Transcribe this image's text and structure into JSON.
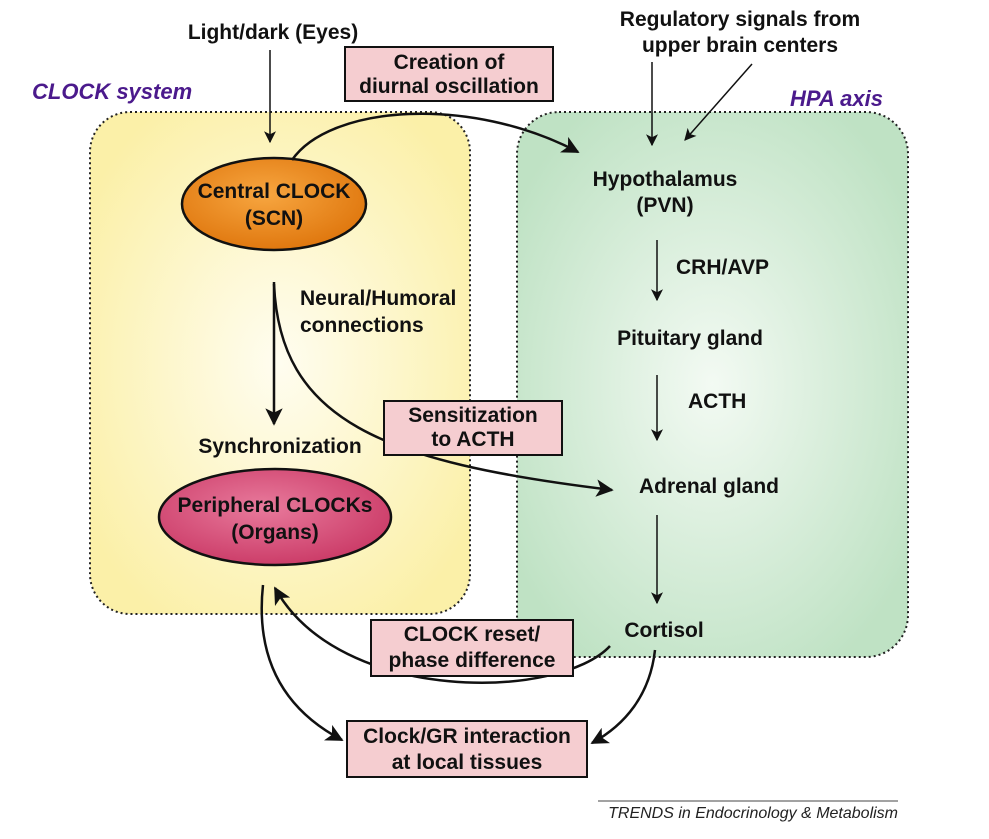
{
  "inputs": {
    "light_dark": "Light/dark (Eyes)",
    "regulatory_line1": "Regulatory signals from",
    "regulatory_line2": "upper brain centers"
  },
  "systems": {
    "clock_system": "CLOCK system",
    "hpa_axis": "HPA axis"
  },
  "clock_nodes": {
    "central_line1": "Central CLOCK",
    "central_line2": "(SCN)",
    "neural_line1": "Neural/Humoral",
    "neural_line2": "connections",
    "synchronization": "Synchronization",
    "peripheral_line1": "Peripheral CLOCKs",
    "peripheral_line2": "(Organs)"
  },
  "hpa_nodes": {
    "hypothalamus_line1": "Hypothalamus",
    "hypothalamus_line2": "(PVN)",
    "crh_avp": "CRH/AVP",
    "pituitary": "Pituitary gland",
    "acth": "ACTH",
    "adrenal": "Adrenal gland",
    "cortisol": "Cortisol"
  },
  "boxes": {
    "diurnal_line1": "Creation of",
    "diurnal_line2": "diurnal oscillation",
    "sensitization_line1": "Sensitization",
    "sensitization_line2": "to ACTH",
    "reset_line1": "CLOCK reset/",
    "reset_line2": "phase difference",
    "gr_line1": "Clock/GR interaction",
    "gr_line2": "at local tissues"
  },
  "colors": {
    "clock_panel": "#fdf6c4",
    "hpa_panel": "#d3ebd6",
    "central_clock_fill": "#f08a1c",
    "peripheral_clock_fill": "#d9507a",
    "box_fill": "#f5cdd0",
    "system_label": "#4b1a8c"
  },
  "credit": "TRENDS in Endocrinology & Metabolism"
}
